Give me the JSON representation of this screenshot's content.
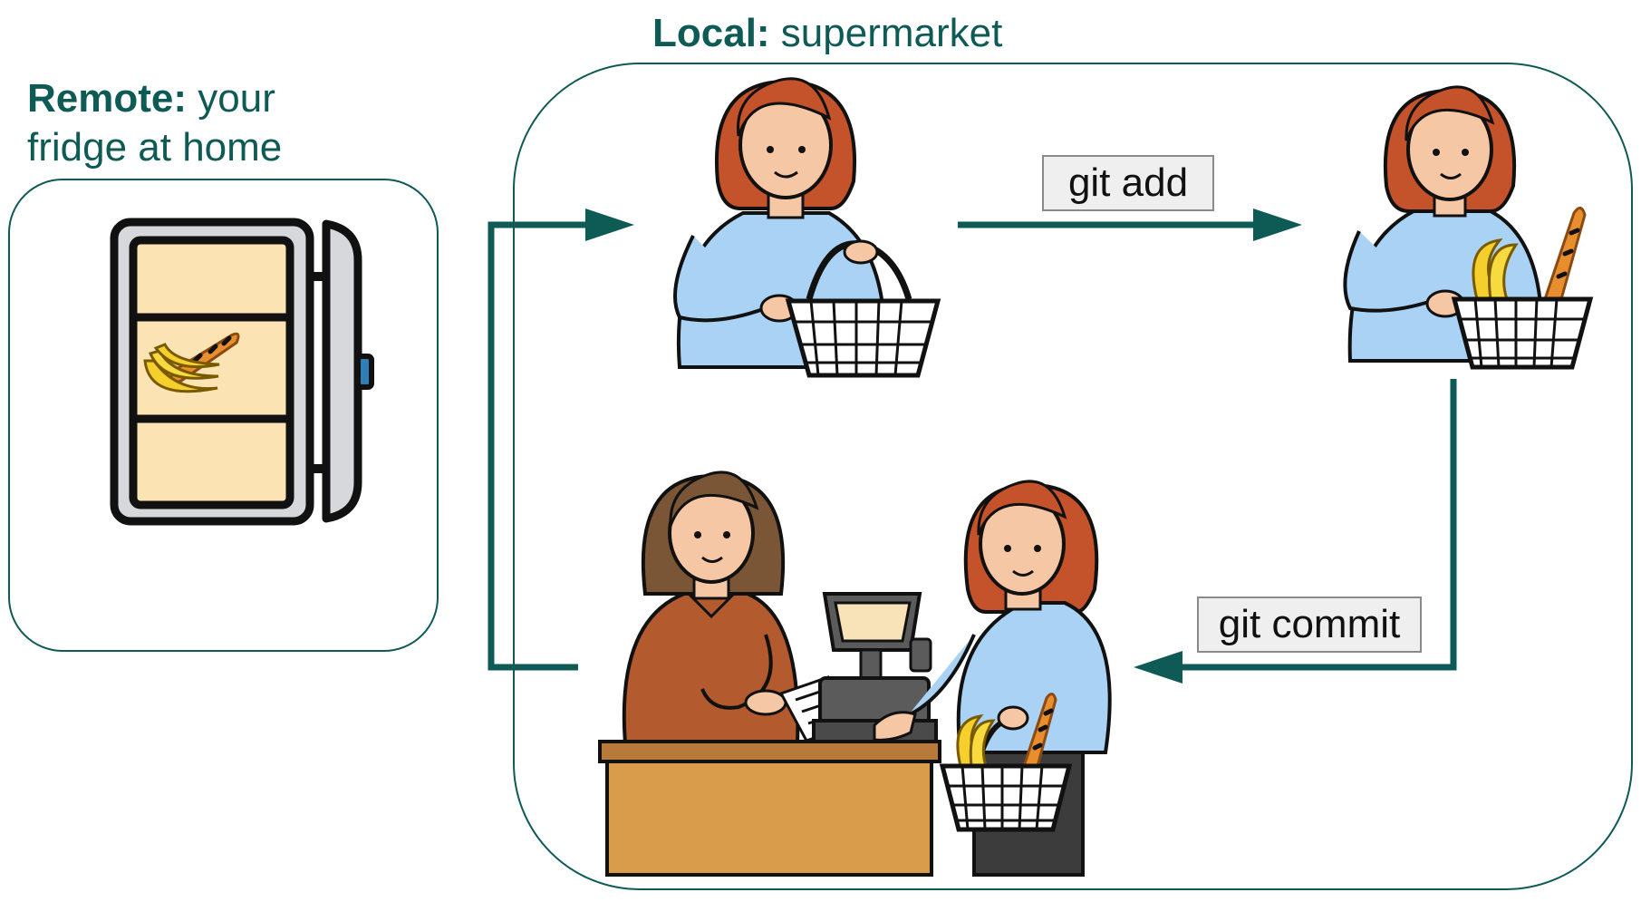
{
  "remote": {
    "label_bold": "Remote:",
    "label_line1_rest": " your",
    "label_line2": "fridge at home"
  },
  "local": {
    "label_bold": "Local:",
    "label_rest": " supermarket"
  },
  "commands": {
    "add": "git add",
    "commit": "git commit"
  },
  "colors": {
    "accent": "#0e5a55",
    "shirt": "#a9d2f5",
    "hair": "#c4532b",
    "skin": "#f6c7a4",
    "fridge_shelf": "#fbe3b3",
    "counter": "#d89c4a"
  },
  "icons": [
    "fridge-icon",
    "banana-icon",
    "baguette-icon",
    "basket-icon",
    "cash-register-icon",
    "shopper-icon",
    "cashier-icon"
  ]
}
